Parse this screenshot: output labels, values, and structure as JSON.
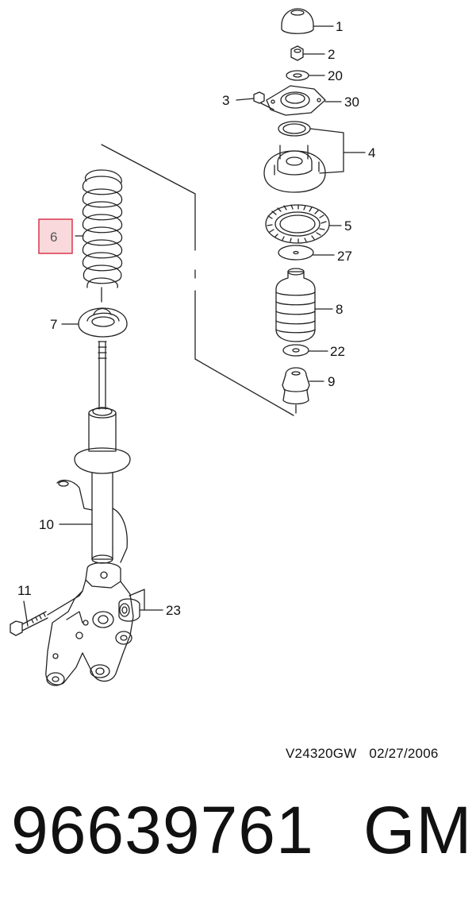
{
  "callouts": {
    "c1": "1",
    "c2": "2",
    "c20": "20",
    "c3": "3",
    "c30": "30",
    "c4": "4",
    "c5": "5",
    "c6": "6",
    "c27": "27",
    "c7": "7",
    "c8": "8",
    "c22": "22",
    "c9": "9",
    "c10": "10",
    "c11": "11",
    "c23": "23"
  },
  "highlighted_callout": "6",
  "colors": {
    "highlight_fill": "#f9d9dc",
    "highlight_border": "#d9374b",
    "line": "#222222"
  },
  "drawing_stamp": {
    "code": "V24320GW",
    "date": "02/27/2006"
  },
  "part_number": "96639761",
  "manufacturer": "GM"
}
